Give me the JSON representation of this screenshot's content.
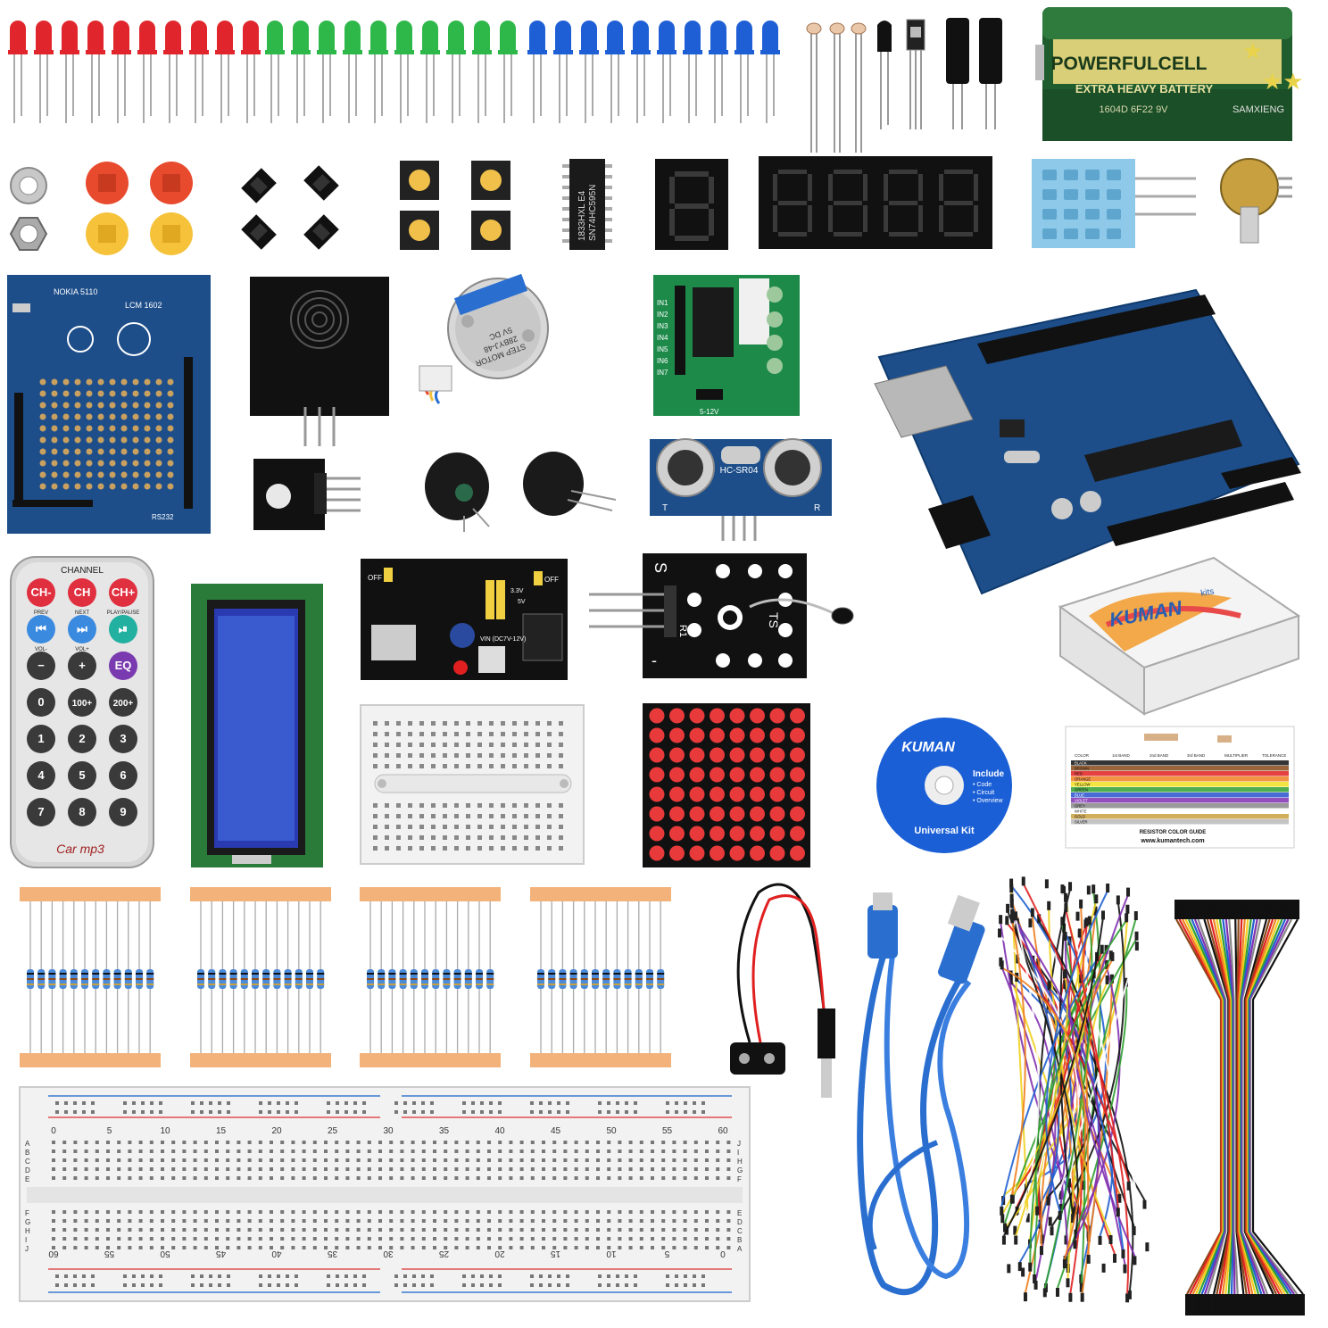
{
  "battery": {
    "brand": "POWERFULCELL",
    "tagline": "EXTRA HEAVY BATTERY",
    "code": "1604D 6F22 9V",
    "maker": "SAMXIENG"
  },
  "shift_register": {
    "line1": "1833HXL E4",
    "line2": "SN74HC595N"
  },
  "lcd_shield": {
    "model": "NOKIA 5110",
    "lcd": "LCM 1602",
    "port": "RS232"
  },
  "stepper_motor": {
    "line1": "STEP MOTOR",
    "line2": "28BYJ-48",
    "line3": "5V DC"
  },
  "driver_board": {
    "inputs": [
      "IN1",
      "IN2",
      "IN3",
      "IN4",
      "IN5",
      "IN6",
      "IN7"
    ],
    "voltage": "5-12V"
  },
  "ultrasonic": {
    "model": "HC-SR04",
    "pin_t": "T",
    "pin_r": "R"
  },
  "power_module": {
    "off1": "OFF",
    "off2": "OFF",
    "v33": "3.3V",
    "v5": "5V",
    "vin": "VIN (DC7V-12V)"
  },
  "temp_sensor": {
    "s": "S",
    "label": "TS",
    "r1": "R1",
    "minus": "-"
  },
  "remote": {
    "channel": "CHANNEL",
    "rows": [
      [
        "CH-",
        "CH",
        "CH+"
      ],
      [
        "⏮",
        "⏭",
        "⏯"
      ],
      [
        "−",
        "+",
        "EQ"
      ],
      [
        "0",
        "100+",
        "200+"
      ],
      [
        "1",
        "2",
        "3"
      ],
      [
        "4",
        "5",
        "6"
      ],
      [
        "7",
        "8",
        "9"
      ]
    ],
    "sublabels": [
      "PREV",
      "NEXT",
      "PLAY/PAUSE",
      "VOL-",
      "VOL+"
    ],
    "logo": "Car mp3"
  },
  "kuman_box": {
    "brand": "KUMAN",
    "sub": "kits"
  },
  "cd": {
    "brand": "KUMAN",
    "include_title": "Include",
    "include_items": [
      "• Code",
      "• Circuit",
      "• Overview"
    ],
    "title": "Universal Kit"
  },
  "color_guide": {
    "title": "RESISTOR COLOR GUIDE",
    "url": "www.kumantech.com",
    "headers": [
      "COLOR",
      "1st BAND",
      "2nd BAND",
      "3rd BAND",
      "MULTIPLIER",
      "TOLERANCE"
    ],
    "colors": [
      "BLACK",
      "BROWN",
      "RED",
      "ORANGE",
      "YELLOW",
      "GREEN",
      "BLUE",
      "VIOLET",
      "GREY",
      "WHITE",
      "GOLD",
      "SILVER"
    ]
  },
  "breadboard": {
    "top_numbers": [
      "0",
      "5",
      "10",
      "15",
      "20",
      "25",
      "30",
      "35",
      "40",
      "45",
      "50",
      "55",
      "60"
    ],
    "bottom_numbers": [
      "60",
      "55",
      "50",
      "45",
      "40",
      "35",
      "30",
      "25",
      "20",
      "15",
      "10",
      "5",
      "0"
    ],
    "left_rows_top": [
      "A",
      "B",
      "C",
      "D",
      "E"
    ],
    "left_rows_bottom": [
      "F",
      "G",
      "H",
      "I",
      "J"
    ],
    "right_rows_top": [
      "J",
      "I",
      "H",
      "G",
      "F"
    ],
    "right_rows_bottom": [
      "E",
      "D",
      "C",
      "B",
      "A"
    ]
  },
  "colors": {
    "pcb_blue": "#1d4e8a",
    "led_red": "#e0262c",
    "led_green": "#2eb84a",
    "led_blue": "#1f5fd6",
    "resistor_tape": "#f2b27a",
    "usb_cable": "#2a6fd0",
    "breadboard": "#f2f2f2"
  }
}
